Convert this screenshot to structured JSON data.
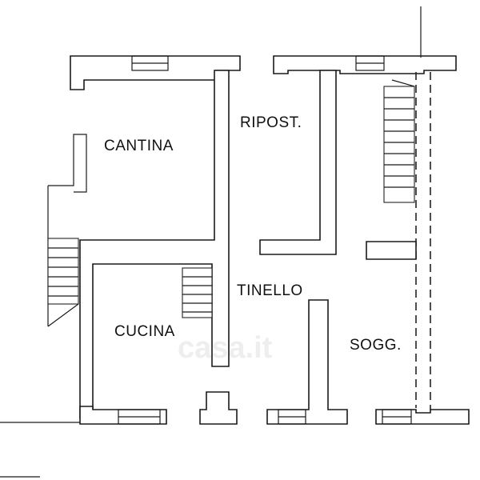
{
  "rooms": {
    "cantina": "CANTINA",
    "ripostiglio": "RIPOST.",
    "tinello": "TINELLO",
    "cucina": "CUCINA",
    "soggiorno": "SOGG."
  },
  "watermark": "casa.it",
  "colors": {
    "line": "#1a1a1a",
    "background": "#ffffff"
  }
}
